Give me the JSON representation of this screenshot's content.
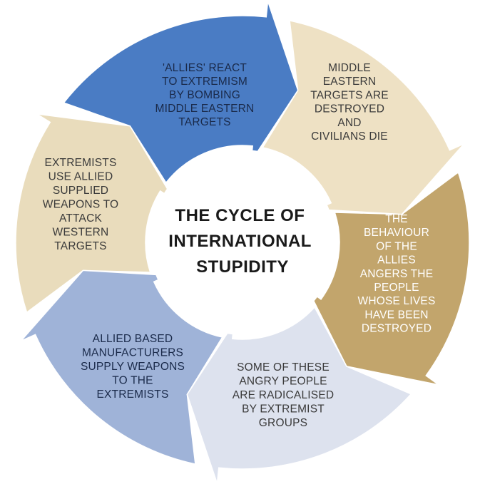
{
  "diagram": {
    "title_lines": [
      "THE CYCLE OF",
      "INTERNATIONAL",
      "STUPIDITY"
    ],
    "segments": [
      {
        "id": "allies-react",
        "lines": [
          "'ALLIES' REACT",
          "TO EXTREMISM",
          "BY BOMBING",
          "MIDDLE EASTERN",
          "TARGETS"
        ],
        "fill": "#4a7cc4",
        "text_color": "#1a2a4a"
      },
      {
        "id": "targets-destroyed",
        "lines": [
          "MIDDLE",
          "EASTERN",
          "TARGETS ARE",
          "DESTROYED",
          "AND",
          "CIVILIANS DIE"
        ],
        "fill": "#eee1c4",
        "text_color": "#3a3a3a"
      },
      {
        "id": "behaviour-angers",
        "lines": [
          "THE",
          "BEHAVIOUR",
          "OF THE",
          "ALLIES",
          "ANGERS THE",
          "PEOPLE",
          "WHOSE LIVES",
          "HAVE BEEN",
          "DESTROYED"
        ],
        "fill": "#c2a56c",
        "text_color": "#ffffff"
      },
      {
        "id": "radicalised",
        "lines": [
          "SOME OF THESE",
          "ANGRY PEOPLE",
          "ARE RADICALISED",
          "BY EXTREMIST",
          "GROUPS"
        ],
        "fill": "#dde2ee",
        "text_color": "#3a3a3a"
      },
      {
        "id": "manufacturers",
        "lines": [
          "ALLIED BASED",
          "MANUFACTURERS",
          "SUPPLY WEAPONS",
          "TO THE",
          "EXTREMISTS"
        ],
        "fill": "#9fb3d8",
        "text_color": "#1a2a4a"
      },
      {
        "id": "extremists-attack",
        "lines": [
          "EXTREMISTS",
          "USE ALLIED",
          "SUPPLIED",
          "WEAPONS TO",
          "ATTACK",
          "WESTERN",
          "TARGETS"
        ],
        "fill": "#e9dcbc",
        "text_color": "#3a3a3a"
      }
    ]
  }
}
